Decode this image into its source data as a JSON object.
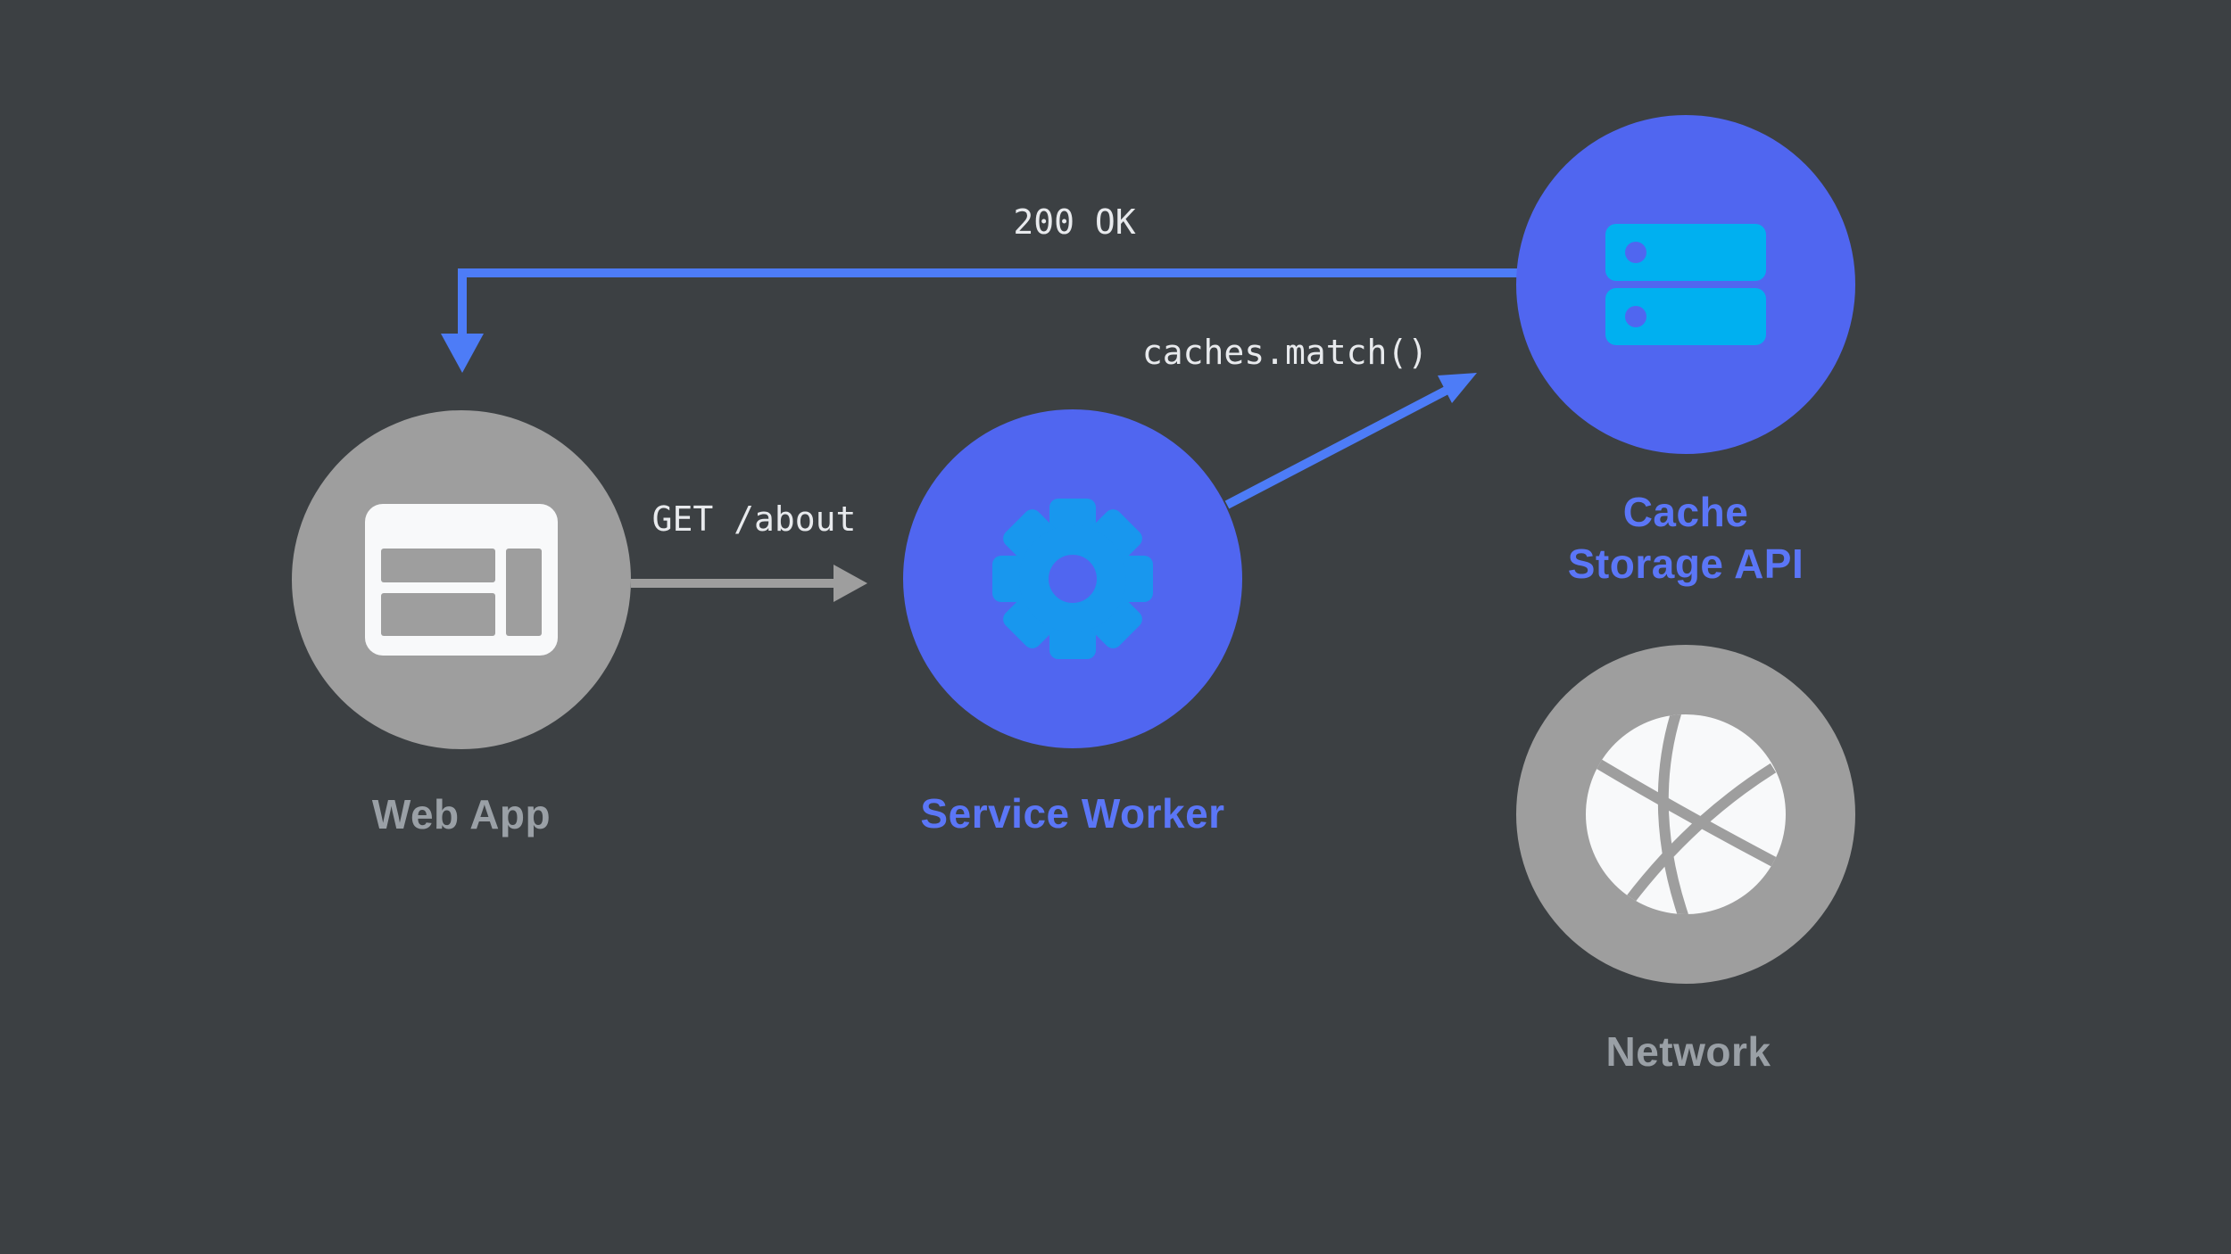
{
  "colors": {
    "background": "#3c4043",
    "node_blue": "#5066f0",
    "node_gray": "#9e9e9e",
    "gear_blue": "#1897ee",
    "icon_cyan": "#00b0f0",
    "icon_white": "#f8f9fa",
    "arrow_blue": "#4d7cf7",
    "arrow_gray": "#9e9e9e",
    "label_blue": "#5b76f7",
    "label_gray": "#9aa0a6",
    "code_text": "#e8eaed"
  },
  "nodes": {
    "web_app": {
      "label": "Web App"
    },
    "service_worker": {
      "label": "Service Worker"
    },
    "cache": {
      "label_line1": "Cache",
      "label_line2": "Storage API"
    },
    "network": {
      "label": "Network"
    }
  },
  "edges": {
    "request": {
      "label": "GET /about"
    },
    "cache_lookup": {
      "label": "caches.match()"
    },
    "response": {
      "label": "200 OK"
    }
  }
}
